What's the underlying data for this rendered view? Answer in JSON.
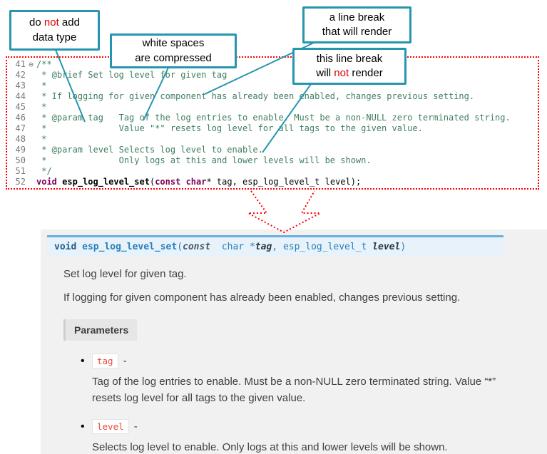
{
  "colors": {
    "accent_teal": "#2596ad",
    "alert_red": "#ff0000",
    "callout_not_red": "#e00000",
    "comment_green": "#3f7f5f",
    "keyword_purple": "#7f0055",
    "line_number_gray": "#787878",
    "sig_bg": "#e7f2fa",
    "sig_border_blue": "#6ab0de",
    "sig_text_blue": "#2980b9",
    "panel_gray": "#f1f1f1",
    "param_code_red": "#e74c3c",
    "body_text_gray": "#404040"
  },
  "callouts": {
    "no_datatype": {
      "l1a": "do ",
      "l1b": "not",
      "l1c": " add",
      "l2": "data type"
    },
    "whitespace": {
      "l1": "white spaces",
      "l2": "are compressed"
    },
    "break_render": {
      "l1": "a line break",
      "l2": "that will render"
    },
    "break_norender": {
      "l1": "this line break",
      "l2a": "will ",
      "l2b": "not",
      "l2c": " render"
    }
  },
  "code": {
    "lines": [
      {
        "num": "41",
        "fold": "⊖",
        "segs": [
          [
            "/**",
            "comment"
          ]
        ]
      },
      {
        "num": "42",
        "segs": [
          [
            " * @brief Set log level for given tag",
            "comment"
          ]
        ]
      },
      {
        "num": "43",
        "segs": [
          [
            " *",
            "comment"
          ]
        ]
      },
      {
        "num": "44",
        "segs": [
          [
            " * If logging for given component has already been enabled, changes previous setting.",
            "comment"
          ]
        ]
      },
      {
        "num": "45",
        "segs": [
          [
            " *",
            "comment"
          ]
        ]
      },
      {
        "num": "46",
        "segs": [
          [
            " * @param tag   Tag of the log entries to enable. Must be a non-NULL zero terminated string.",
            "comment"
          ]
        ]
      },
      {
        "num": "47",
        "segs": [
          [
            " *              Value \"*\" resets log level for all tags to the given value.",
            "comment"
          ]
        ]
      },
      {
        "num": "48",
        "segs": [
          [
            " *",
            "comment"
          ]
        ]
      },
      {
        "num": "49",
        "segs": [
          [
            " * @param level Selects log level to enable.",
            "comment"
          ]
        ]
      },
      {
        "num": "50",
        "segs": [
          [
            " *              Only logs at this and lower levels will be shown.",
            "comment"
          ]
        ]
      },
      {
        "num": "51",
        "segs": [
          [
            " */",
            "comment"
          ]
        ]
      },
      {
        "num": "52",
        "segs": [
          [
            "void",
            "keyword"
          ],
          [
            " ",
            "plain"
          ],
          [
            "esp_log_level_set",
            "func"
          ],
          [
            "(",
            "plain"
          ],
          [
            "const",
            "keyword"
          ],
          [
            " ",
            "plain"
          ],
          [
            "char",
            "keyword"
          ],
          [
            "* tag, esp_log_level_t level);",
            "plain"
          ]
        ]
      }
    ]
  },
  "docs": {
    "signature": [
      [
        "void",
        "kw"
      ],
      [
        " ",
        "plain"
      ],
      [
        "esp_log_level_set",
        "name"
      ],
      [
        "(",
        "plain"
      ],
      [
        "const",
        "const"
      ],
      [
        "  ",
        "plain"
      ],
      [
        "char *",
        "type"
      ],
      [
        "tag",
        "param"
      ],
      [
        ", ",
        "plain"
      ],
      [
        "esp_log_level_t ",
        "type"
      ],
      [
        "level",
        "param"
      ],
      [
        ")",
        "plain"
      ]
    ],
    "p1": "Set log level for given tag.",
    "p2": "If logging for given component has already been enabled, changes previous setting.",
    "params_label": "Parameters",
    "params": [
      {
        "name": "tag",
        "sep": " -",
        "desc": "Tag of the log entries to enable. Must be a non-NULL zero terminated string. Value “*” resets log level for all tags to the given value."
      },
      {
        "name": "level",
        "sep": " -",
        "desc": "Selects log level to enable. Only logs at this and lower levels will be shown."
      }
    ]
  }
}
